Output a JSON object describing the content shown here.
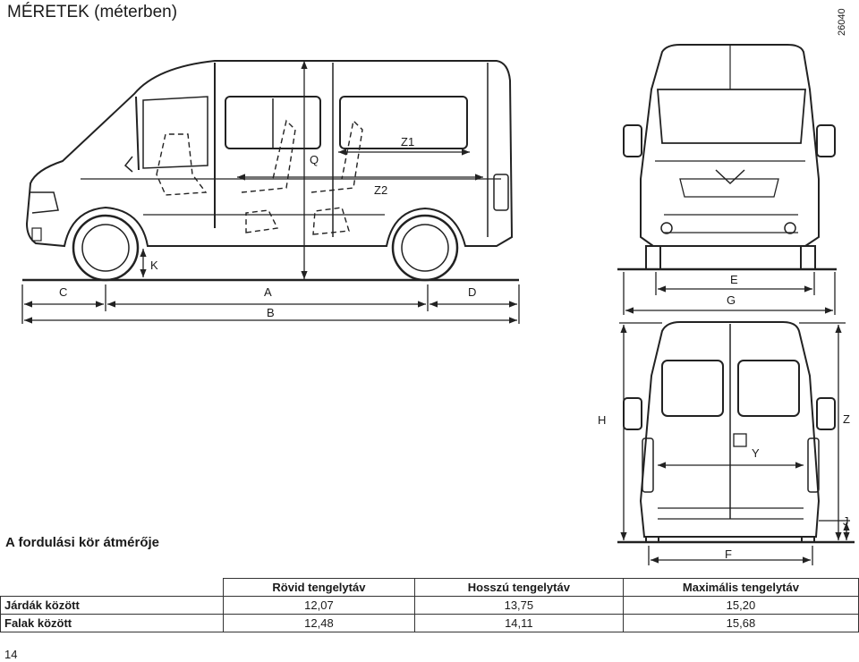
{
  "page": {
    "title": "MÉRETEK (méterben)",
    "figure_code": "26040",
    "page_number": "14"
  },
  "side_view": {
    "labels": {
      "Q": "Q",
      "Z1": "Z1",
      "Z2": "Z2",
      "K": "K",
      "C": "C",
      "A": "A",
      "D": "D",
      "B": "B"
    }
  },
  "front_view": {
    "labels": {
      "E": "E",
      "G": "G"
    }
  },
  "rear_view": {
    "labels": {
      "H": "H",
      "Z": "Z",
      "Y": "Y",
      "J": "J",
      "F": "F"
    }
  },
  "turning": {
    "title": "A fordulási kör átmérője",
    "columns": [
      "Rövid tengelytáv",
      "Hosszú tengelytáv",
      "Maximális tengelytáv"
    ],
    "rows": [
      {
        "label": "Járdák között",
        "values": [
          "12,07",
          "13,75",
          "15,20"
        ]
      },
      {
        "label": "Falak között",
        "values": [
          "12,48",
          "14,11",
          "15,68"
        ]
      }
    ]
  }
}
